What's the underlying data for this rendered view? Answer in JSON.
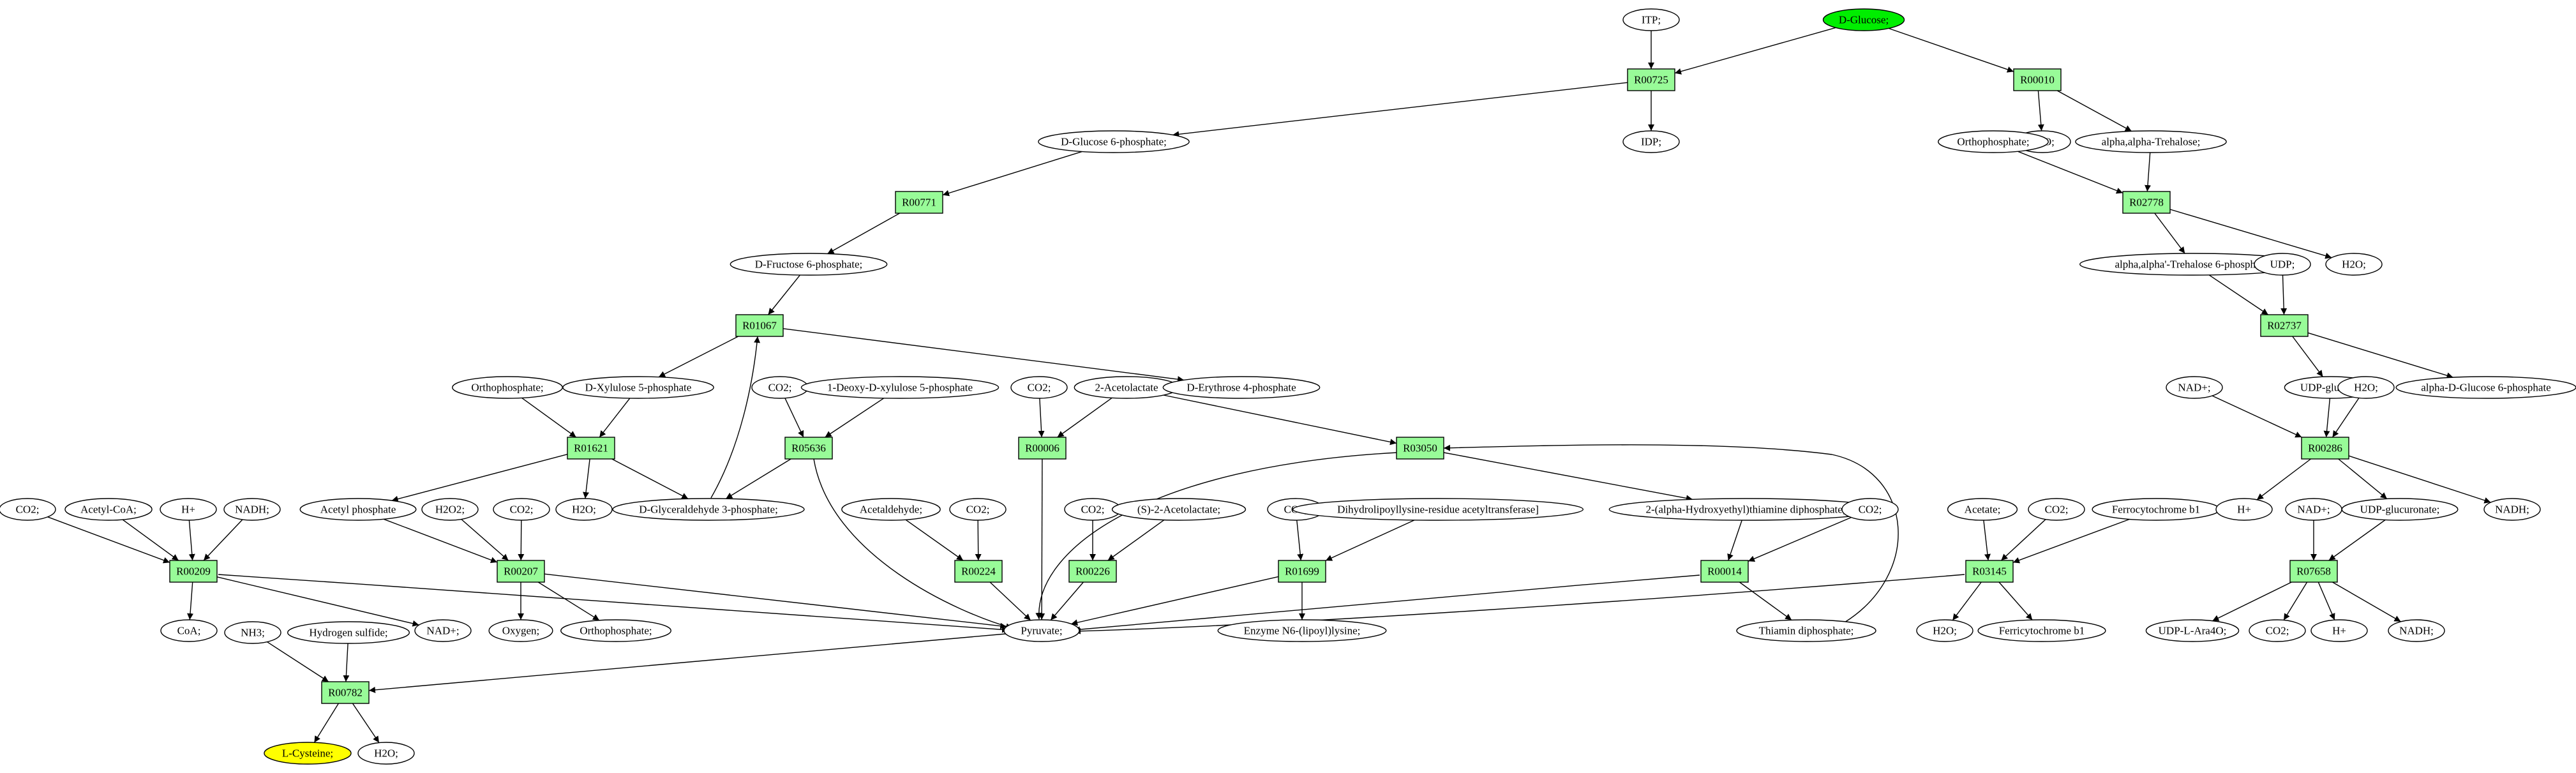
{
  "colors": {
    "reaction_fill": "#98fb98",
    "start_fill": "#00ee00",
    "target_fill": "#ffff00",
    "compound_fill": "#ffffff",
    "stroke": "#000000"
  },
  "graph": {
    "nodes": [
      {
        "id": "itp",
        "label": "ITP;",
        "kind": "compound"
      },
      {
        "id": "dglucose",
        "label": "D-Glucose;",
        "kind": "start"
      },
      {
        "id": "R00725",
        "label": "R00725",
        "kind": "reaction"
      },
      {
        "id": "R00010",
        "label": "R00010",
        "kind": "reaction"
      },
      {
        "id": "idp",
        "label": "IDP;",
        "kind": "compound"
      },
      {
        "id": "h2o_a",
        "label": "H2O;",
        "kind": "compound"
      },
      {
        "id": "trehalose",
        "label": "alpha,alpha-Trehalose;",
        "kind": "compound"
      },
      {
        "id": "g6p",
        "label": "D-Glucose 6-phosphate;",
        "kind": "compound"
      },
      {
        "id": "ortho_a",
        "label": "Orthophosphate;",
        "kind": "compound"
      },
      {
        "id": "R00771",
        "label": "R00771",
        "kind": "reaction"
      },
      {
        "id": "R02778",
        "label": "R02778",
        "kind": "reaction"
      },
      {
        "id": "f6p",
        "label": "D-Fructose 6-phosphate;",
        "kind": "compound"
      },
      {
        "id": "t6p",
        "label": "alpha,alpha'-Trehalose 6-phosphate;",
        "kind": "compound"
      },
      {
        "id": "udp_a",
        "label": "UDP;",
        "kind": "compound"
      },
      {
        "id": "h2o_b",
        "label": "H2O;",
        "kind": "compound"
      },
      {
        "id": "R01067",
        "label": "R01067",
        "kind": "reaction"
      },
      {
        "id": "R02737",
        "label": "R02737",
        "kind": "reaction"
      },
      {
        "id": "ortho_b",
        "label": "Orthophosphate;",
        "kind": "compound"
      },
      {
        "id": "x5p",
        "label": "D-Xylulose 5-phosphate",
        "kind": "compound"
      },
      {
        "id": "co2_a",
        "label": "CO2;",
        "kind": "compound"
      },
      {
        "id": "dxp",
        "label": "1-Deoxy-D-xylulose 5-phosphate",
        "kind": "compound"
      },
      {
        "id": "co2_b",
        "label": "CO2;",
        "kind": "compound"
      },
      {
        "id": "acetolactate",
        "label": "2-Acetolactate",
        "kind": "compound"
      },
      {
        "id": "e4p",
        "label": "D-Erythrose 4-phosphate",
        "kind": "compound"
      },
      {
        "id": "nadp_a",
        "label": "NAD+;",
        "kind": "compound"
      },
      {
        "id": "udpglc",
        "label": "UDP-glucose;",
        "kind": "compound"
      },
      {
        "id": "h2o_c",
        "label": "H2O;",
        "kind": "compound"
      },
      {
        "id": "ag6p",
        "label": "alpha-D-Glucose 6-phosphate",
        "kind": "compound"
      },
      {
        "id": "R01621",
        "label": "R01621",
        "kind": "reaction"
      },
      {
        "id": "R05636",
        "label": "R05636",
        "kind": "reaction"
      },
      {
        "id": "R00006",
        "label": "R00006",
        "kind": "reaction"
      },
      {
        "id": "R03050",
        "label": "R03050",
        "kind": "reaction"
      },
      {
        "id": "R00286",
        "label": "R00286",
        "kind": "reaction"
      },
      {
        "id": "co2_c",
        "label": "CO2;",
        "kind": "compound"
      },
      {
        "id": "acetylcoa",
        "label": "Acetyl-CoA;",
        "kind": "compound"
      },
      {
        "id": "hplus_a",
        "label": "H+",
        "kind": "compound"
      },
      {
        "id": "nadh_a",
        "label": "NADH;",
        "kind": "compound"
      },
      {
        "id": "acetylp",
        "label": "Acetyl phosphate",
        "kind": "compound"
      },
      {
        "id": "h2o2",
        "label": "H2O2;",
        "kind": "compound"
      },
      {
        "id": "co2_d",
        "label": "CO2;",
        "kind": "compound"
      },
      {
        "id": "h2o_d",
        "label": "H2O;",
        "kind": "compound"
      },
      {
        "id": "g3p",
        "label": "D-Glyceraldehyde 3-phosphate;",
        "kind": "compound"
      },
      {
        "id": "acetaldehyde",
        "label": "Acetaldehyde;",
        "kind": "compound"
      },
      {
        "id": "co2_e",
        "label": "CO2;",
        "kind": "compound"
      },
      {
        "id": "co2_f",
        "label": "CO2;",
        "kind": "compound"
      },
      {
        "id": "sacetolactate",
        "label": "(S)-2-Acetolactate;",
        "kind": "compound"
      },
      {
        "id": "co2_g",
        "label": "CO2;",
        "kind": "compound"
      },
      {
        "id": "dihydrolipoyl",
        "label": "Dihydrolipoyllysine-residue acetyltransferase]",
        "kind": "compound"
      },
      {
        "id": "hetdp",
        "label": "2-(alpha-Hydroxyethyl)thiamine diphosphate;",
        "kind": "compound"
      },
      {
        "id": "co2_h",
        "label": "CO2;",
        "kind": "compound"
      },
      {
        "id": "acetate",
        "label": "Acetate;",
        "kind": "compound"
      },
      {
        "id": "co2_i",
        "label": "CO2;",
        "kind": "compound"
      },
      {
        "id": "ferrocyt",
        "label": "Ferrocytochrome b1",
        "kind": "compound"
      },
      {
        "id": "hplus_b",
        "label": "H+",
        "kind": "compound"
      },
      {
        "id": "nadp_b",
        "label": "NAD+;",
        "kind": "compound"
      },
      {
        "id": "udpgluc",
        "label": "UDP-glucuronate;",
        "kind": "compound"
      },
      {
        "id": "nadh_b",
        "label": "NADH;",
        "kind": "compound"
      },
      {
        "id": "R00209",
        "label": "R00209",
        "kind": "reaction"
      },
      {
        "id": "R00207",
        "label": "R00207",
        "kind": "reaction"
      },
      {
        "id": "R00224",
        "label": "R00224",
        "kind": "reaction"
      },
      {
        "id": "R00226",
        "label": "R00226",
        "kind": "reaction"
      },
      {
        "id": "R01699",
        "label": "R01699",
        "kind": "reaction"
      },
      {
        "id": "R00014",
        "label": "R00014",
        "kind": "reaction"
      },
      {
        "id": "R03145",
        "label": "R03145",
        "kind": "reaction"
      },
      {
        "id": "R07658",
        "label": "R07658",
        "kind": "reaction"
      },
      {
        "id": "coa",
        "label": "CoA;",
        "kind": "compound"
      },
      {
        "id": "nadp_c",
        "label": "NAD+;",
        "kind": "compound"
      },
      {
        "id": "oxygen",
        "label": "Oxygen;",
        "kind": "compound"
      },
      {
        "id": "ortho_c",
        "label": "Orthophosphate;",
        "kind": "compound"
      },
      {
        "id": "pyruvate",
        "label": "Pyruvate;",
        "kind": "compound"
      },
      {
        "id": "enzyme",
        "label": "Enzyme N6-(lipoyl)lysine;",
        "kind": "compound"
      },
      {
        "id": "thdp",
        "label": "Thiamin diphosphate;",
        "kind": "compound"
      },
      {
        "id": "h2o_e",
        "label": "H2O;",
        "kind": "compound"
      },
      {
        "id": "ferricyt",
        "label": "Ferricytochrome b1",
        "kind": "compound"
      },
      {
        "id": "udpara",
        "label": "UDP-L-Ara4O;",
        "kind": "compound"
      },
      {
        "id": "co2_j",
        "label": "CO2;",
        "kind": "compound"
      },
      {
        "id": "hplus_c",
        "label": "H+",
        "kind": "compound"
      },
      {
        "id": "nadh_c",
        "label": "NADH;",
        "kind": "compound"
      },
      {
        "id": "nh3",
        "label": "NH3;",
        "kind": "compound"
      },
      {
        "id": "h2s",
        "label": "Hydrogen sulfide;",
        "kind": "compound"
      },
      {
        "id": "R00782",
        "label": "R00782",
        "kind": "reaction"
      },
      {
        "id": "lcys",
        "label": "L-Cysteine;",
        "kind": "target"
      },
      {
        "id": "h2o_f",
        "label": "H2O;",
        "kind": "compound"
      }
    ],
    "edges": [
      [
        "itp",
        "R00725"
      ],
      [
        "dglucose",
        "R00725"
      ],
      [
        "dglucose",
        "R00010"
      ],
      [
        "R00725",
        "idp"
      ],
      [
        "R00725",
        "g6p"
      ],
      [
        "R00010",
        "h2o_a"
      ],
      [
        "R00010",
        "trehalose"
      ],
      [
        "g6p",
        "R00771"
      ],
      [
        "R00771",
        "f6p"
      ],
      [
        "ortho_a",
        "R02778"
      ],
      [
        "trehalose",
        "R02778"
      ],
      [
        "R02778",
        "t6p"
      ],
      [
        "R02778",
        "h2o_b"
      ],
      [
        "t6p",
        "R02737"
      ],
      [
        "udp_a",
        "R02737"
      ],
      [
        "R02737",
        "udpglc"
      ],
      [
        "R02737",
        "ag6p"
      ],
      [
        "f6p",
        "R01067"
      ],
      [
        "g3p",
        "R01067"
      ],
      [
        "R01067",
        "x5p"
      ],
      [
        "R01067",
        "e4p"
      ],
      [
        "ortho_b",
        "R01621"
      ],
      [
        "x5p",
        "R01621"
      ],
      [
        "R01621",
        "acetylp"
      ],
      [
        "R01621",
        "h2o_d"
      ],
      [
        "R01621",
        "g3p"
      ],
      [
        "co2_a",
        "R05636"
      ],
      [
        "dxp",
        "R05636"
      ],
      [
        "R05636",
        "g3p"
      ],
      [
        "R05636",
        "pyruvate"
      ],
      [
        "co2_b",
        "R00006"
      ],
      [
        "acetolactate",
        "R00006"
      ],
      [
        "R00006",
        "pyruvate"
      ],
      [
        "acetolactate",
        "R03050"
      ],
      [
        "thdp",
        "R03050"
      ],
      [
        "R03050",
        "pyruvate"
      ],
      [
        "R03050",
        "hetdp"
      ],
      [
        "nadp_a",
        "R00286"
      ],
      [
        "udpglc",
        "R00286"
      ],
      [
        "h2o_c",
        "R00286"
      ],
      [
        "R00286",
        "hplus_b"
      ],
      [
        "R00286",
        "udpgluc"
      ],
      [
        "R00286",
        "nadh_b"
      ],
      [
        "co2_c",
        "R00209"
      ],
      [
        "acetylcoa",
        "R00209"
      ],
      [
        "hplus_a",
        "R00209"
      ],
      [
        "nadh_a",
        "R00209"
      ],
      [
        "R00209",
        "coa"
      ],
      [
        "R00209",
        "nadp_c"
      ],
      [
        "R00209",
        "pyruvate"
      ],
      [
        "acetylp",
        "R00207"
      ],
      [
        "h2o2",
        "R00207"
      ],
      [
        "co2_d",
        "R00207"
      ],
      [
        "R00207",
        "oxygen"
      ],
      [
        "R00207",
        "ortho_c"
      ],
      [
        "R00207",
        "pyruvate"
      ],
      [
        "acetaldehyde",
        "R00224"
      ],
      [
        "co2_e",
        "R00224"
      ],
      [
        "R00224",
        "pyruvate"
      ],
      [
        "co2_f",
        "R00226"
      ],
      [
        "sacetolactate",
        "R00226"
      ],
      [
        "R00226",
        "pyruvate"
      ],
      [
        "co2_g",
        "R01699"
      ],
      [
        "dihydrolipoyl",
        "R01699"
      ],
      [
        "R01699",
        "pyruvate"
      ],
      [
        "R01699",
        "enzyme"
      ],
      [
        "hetdp",
        "R00014"
      ],
      [
        "co2_h",
        "R00014"
      ],
      [
        "R00014",
        "pyruvate"
      ],
      [
        "R00014",
        "thdp"
      ],
      [
        "acetate",
        "R03145"
      ],
      [
        "co2_i",
        "R03145"
      ],
      [
        "ferrocyt",
        "R03145"
      ],
      [
        "R03145",
        "pyruvate"
      ],
      [
        "R03145",
        "h2o_e"
      ],
      [
        "R03145",
        "ferricyt"
      ],
      [
        "nadp_b",
        "R07658"
      ],
      [
        "udpgluc",
        "R07658"
      ],
      [
        "R07658",
        "udpara"
      ],
      [
        "R07658",
        "co2_j"
      ],
      [
        "R07658",
        "hplus_c"
      ],
      [
        "R07658",
        "nadh_c"
      ],
      [
        "pyruvate",
        "R00782"
      ],
      [
        "nh3",
        "R00782"
      ],
      [
        "h2s",
        "R00782"
      ],
      [
        "R00782",
        "lcys"
      ],
      [
        "R00782",
        "h2o_f"
      ]
    ]
  }
}
